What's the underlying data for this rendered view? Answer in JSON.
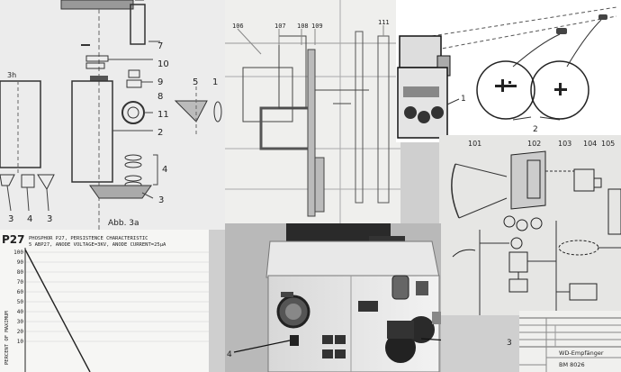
{
  "panel_a": {
    "labels": [
      "7",
      "10",
      "9",
      "8",
      "11",
      "2",
      "4",
      "3",
      "5",
      "1",
      "3",
      "4",
      "3"
    ],
    "caption": "Abb. 3a",
    "corner_label": "3h"
  },
  "panel_b": {
    "labels": [
      "106",
      "107",
      "108",
      "109",
      "111"
    ]
  },
  "panel_c": {
    "labels": [
      "1",
      "2"
    ]
  },
  "panel_d": {
    "labels": [
      "101",
      "102",
      "103",
      "104",
      "105"
    ]
  },
  "panel_e": {
    "phosphor_code": "P27",
    "title_lines": [
      "PHOSPHOR P27, PERSISTENCE CHARACTERISTIC",
      "5 ABP27, ANODE VOLTAGE=3KV, ANODE CURRENT=25μA"
    ],
    "y_axis_label": "PERCENT OF MAXIMUM",
    "y_ticks": [
      "100",
      "90",
      "80",
      "70",
      "60",
      "50",
      "40",
      "30",
      "20",
      "10"
    ]
  },
  "panel_f": {
    "labels": [
      "4",
      "3"
    ]
  },
  "panel_g": {
    "title": "WD-Empfänger",
    "code": "BM 8026"
  }
}
